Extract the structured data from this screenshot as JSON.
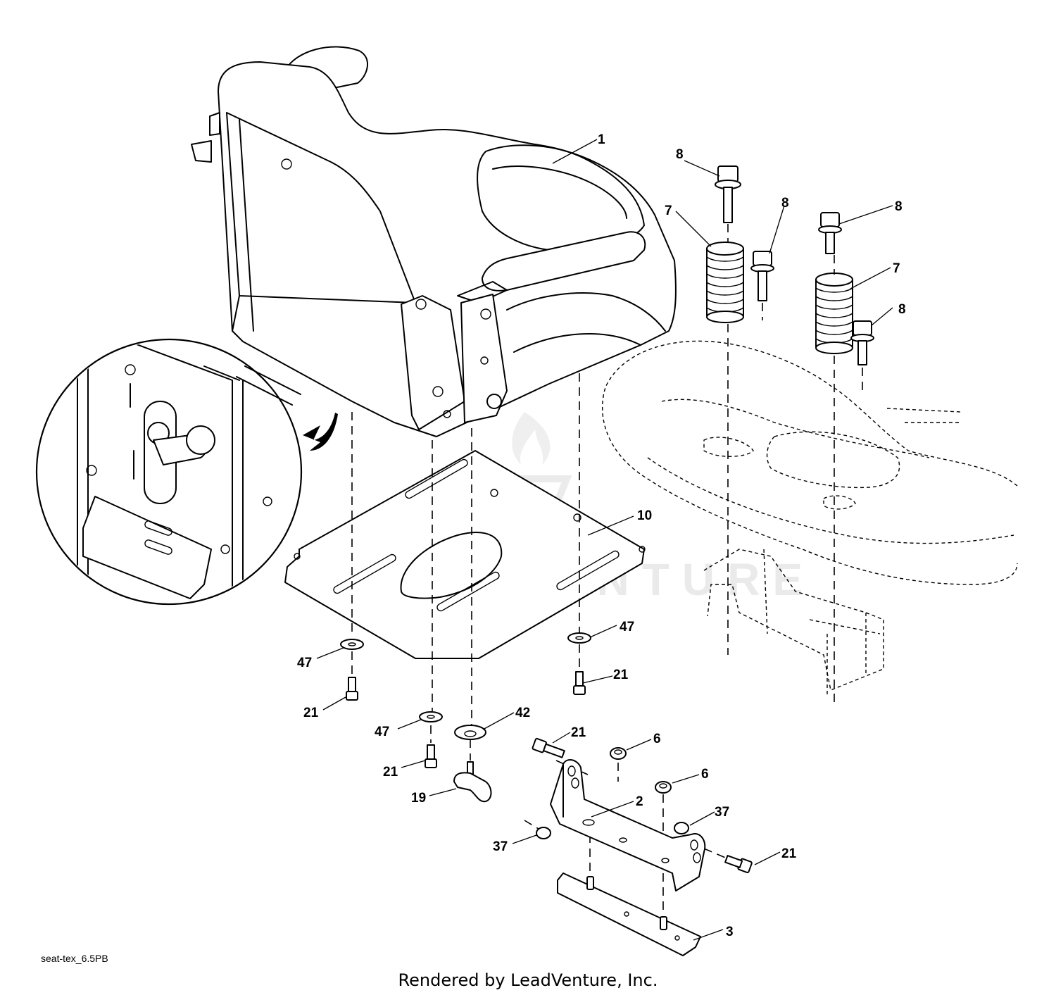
{
  "diagram": {
    "code": "seat-tex_6.5PB",
    "credit": "Rendered by LeadVenture, Inc.",
    "watermark": "LEADVENTURE"
  },
  "callouts": {
    "c1": "1",
    "c8a": "8",
    "c8b": "8",
    "c8c": "8",
    "c8d": "8",
    "c7a": "7",
    "c7b": "7",
    "c10": "10",
    "c47a": "47",
    "c47b": "47",
    "c47c": "47",
    "c21a": "21",
    "c21b": "21",
    "c21c": "21",
    "c21d": "21",
    "c21e": "21",
    "c42": "42",
    "c19": "19",
    "c6a": "6",
    "c6b": "6",
    "c2": "2",
    "c37a": "37",
    "c37b": "37",
    "c3": "3"
  }
}
